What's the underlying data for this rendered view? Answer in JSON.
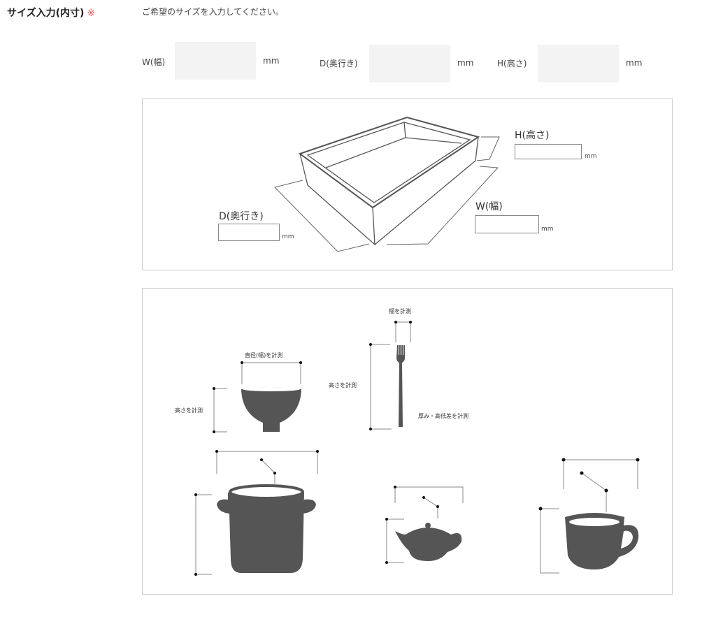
{
  "field": {
    "title": "サイズ入力(内寸)",
    "required_mark": "※",
    "instruction": "ご希望のサイズを入力してください。"
  },
  "inputs": [
    {
      "label": "W(幅)",
      "value": "",
      "unit": "mm"
    },
    {
      "label": "D(奥行き)",
      "value": "",
      "unit": "mm"
    },
    {
      "label": "H(高さ)",
      "value": "",
      "unit": "mm"
    }
  ],
  "diagram": {
    "h_label": "H(高さ)",
    "w_label": "W(幅)",
    "d_label": "D(奥行き)",
    "unit": "mm"
  },
  "guide": {
    "bowl_width": "直径(幅)を計測",
    "bowl_height": "高さを計測",
    "fork_width": "幅を計測",
    "fork_height": "高さを計測",
    "fork_thickness": "厚み・高低差を計測"
  }
}
